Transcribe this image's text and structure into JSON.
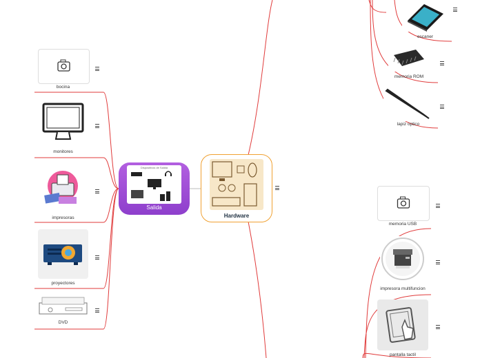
{
  "central": {
    "label": "Hardware"
  },
  "salida": {
    "label": "Salida",
    "image_caption": "Dispositivos de Salida"
  },
  "left_items": [
    {
      "label": "bocina",
      "icon": "camera-placeholder-icon"
    },
    {
      "label": "monitores",
      "icon": "monitor-icon"
    },
    {
      "label": "impresoras",
      "icon": "printer-icon"
    },
    {
      "label": "proyectores",
      "icon": "projector-icon"
    },
    {
      "label": "DVD",
      "icon": "dvd-player-icon"
    }
  ],
  "right_top_items": [
    {
      "label": "escaner",
      "icon": "scanner-icon"
    },
    {
      "label": "memoria ROM",
      "icon": "rom-chip-icon"
    },
    {
      "label": "lapiz optico",
      "icon": "light-pen-icon"
    }
  ],
  "right_bottom_items": [
    {
      "label": "memoria USB",
      "icon": "camera-placeholder-icon"
    },
    {
      "label": "impresora multifuncion",
      "icon": "multifunction-printer-icon"
    },
    {
      "label": "pantalla tactil",
      "icon": "touch-screen-icon"
    }
  ],
  "colors": {
    "branch_line": "#e03a3a",
    "central_border": "#f0a030",
    "central_fill": "#ffffff",
    "salida_fill": "#a24fd6",
    "central_title": "#223344"
  }
}
